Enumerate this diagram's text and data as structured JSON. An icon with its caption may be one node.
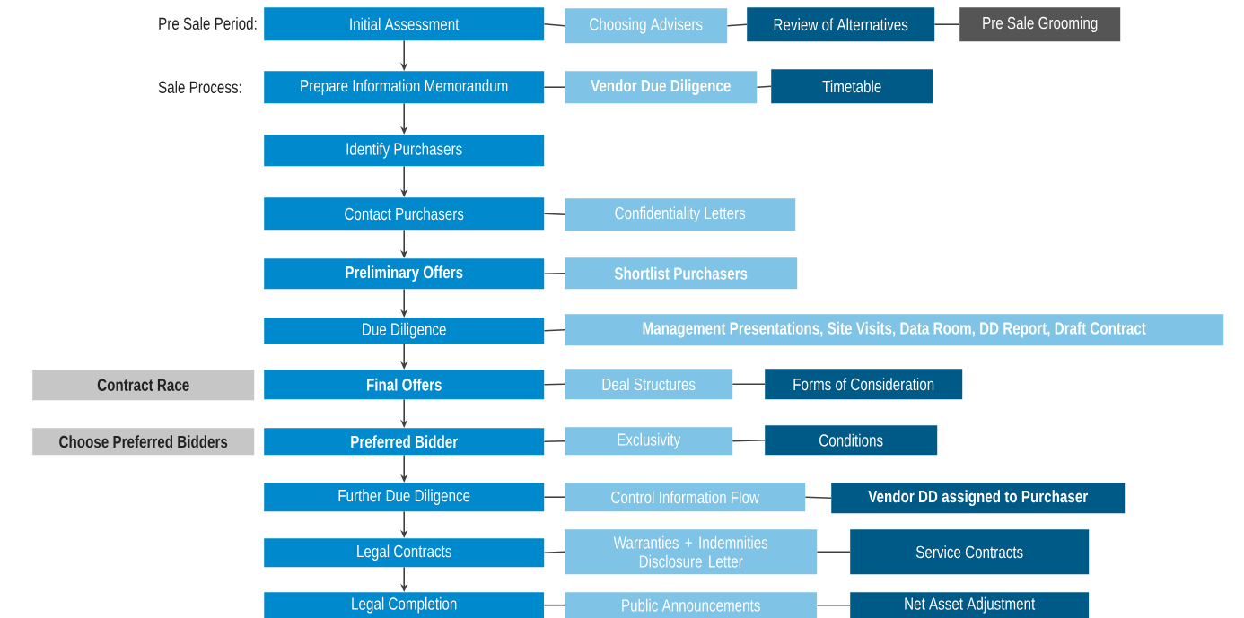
{
  "diagram": {
    "nodes": [
      {
        "text": [
          "Initial Assessment"
        ]
      },
      {
        "text": [
          "Choosing Advisers"
        ]
      },
      {
        "text": [
          "Review of Alternatives"
        ]
      },
      {
        "text": [
          "Pre Sale Grooming"
        ]
      },
      {
        "text": [
          "Prepare Information Memorandum"
        ]
      },
      {
        "text": [
          "Vendor Due Diligence"
        ]
      },
      {
        "text": [
          "Timetable"
        ]
      },
      {
        "text": [
          "Identify Purchasers"
        ]
      },
      {
        "text": [
          "Contact Purchasers"
        ]
      },
      {
        "text": [
          "Confidentiality Letters"
        ]
      },
      {
        "text": [
          "Preliminary Offers"
        ]
      },
      {
        "text": [
          "Shortlist Purchasers"
        ]
      },
      {
        "text": [
          "Due Diligence"
        ]
      },
      {
        "text": [
          "Management Presentations, Site Visits, Data Room, DD Report, Draft Contract"
        ]
      },
      {
        "text": [
          "Contract Race"
        ]
      },
      {
        "text": [
          "Final Offers"
        ]
      },
      {
        "text": [
          "Deal Structures"
        ]
      },
      {
        "text": [
          "Forms of Consideration"
        ]
      },
      {
        "text": [
          "Choose Preferred Bidders"
        ]
      },
      {
        "text": [
          "Preferred Bidder"
        ]
      },
      {
        "text": [
          "Exclusivity"
        ]
      },
      {
        "text": [
          "Conditions"
        ]
      },
      {
        "text": [
          "Further Due Diligence"
        ]
      },
      {
        "text": [
          "Control Information Flow"
        ]
      },
      {
        "text": [
          "Vendor DD assigned to Purchaser"
        ]
      },
      {
        "text": [
          "Legal Contracts"
        ]
      },
      {
        "text": [
          "Warranties + Indemnities Disclosure Letter"
        ]
      },
      {
        "text": [
          "Service Contracts"
        ]
      },
      {
        "text": [
          "Legal Completion"
        ]
      },
      {
        "text": [
          "Public Announcements"
        ]
      },
      {
        "text": [
          "Net Asset Adjustment"
        ]
      }
    ],
    "edges": [
      {
        "from": 0,
        "to": 4,
        "arrow": "to"
      },
      {
        "from": 4,
        "to": 7,
        "arrow": "to"
      },
      {
        "from": 7,
        "to": 8,
        "arrow": "to"
      },
      {
        "from": 8,
        "to": 10,
        "arrow": "to"
      },
      {
        "from": 10,
        "to": 12,
        "arrow": "to"
      },
      {
        "from": 12,
        "to": 15,
        "arrow": "to"
      },
      {
        "from": 15,
        "to": 19,
        "arrow": "to"
      },
      {
        "from": 19,
        "to": 22,
        "arrow": "to"
      },
      {
        "from": 22,
        "to": 25,
        "arrow": "to"
      },
      {
        "from": 25,
        "to": 28,
        "arrow": "to"
      },
      {
        "from": 0,
        "to": 1,
        "arrow": "none"
      },
      {
        "from": 1,
        "to": 2,
        "arrow": "none"
      },
      {
        "from": 2,
        "to": 3,
        "arrow": "none"
      },
      {
        "from": 4,
        "to": 5,
        "arrow": "none"
      },
      {
        "from": 5,
        "to": 6,
        "arrow": "none"
      },
      {
        "from": 8,
        "to": 9,
        "arrow": "none"
      },
      {
        "from": 10,
        "to": 11,
        "arrow": "none"
      },
      {
        "from": 12,
        "to": 13,
        "arrow": "none"
      },
      {
        "from": 15,
        "to": 16,
        "arrow": "none"
      },
      {
        "from": 16,
        "to": 17,
        "arrow": "none"
      },
      {
        "from": 19,
        "to": 20,
        "arrow": "none"
      },
      {
        "from": 20,
        "to": 21,
        "arrow": "none"
      },
      {
        "from": 22,
        "to": 23,
        "arrow": "none"
      },
      {
        "from": 23,
        "to": 24,
        "arrow": "none"
      },
      {
        "from": 25,
        "to": 26,
        "arrow": "none"
      },
      {
        "from": 26,
        "to": 27,
        "arrow": "none"
      },
      {
        "from": 28,
        "to": 29,
        "arrow": "none"
      },
      {
        "from": 29,
        "to": 30,
        "arrow": "none"
      }
    ],
    "labels": [
      "Pre Sale Period:",
      "Sale Process:"
    ]
  }
}
